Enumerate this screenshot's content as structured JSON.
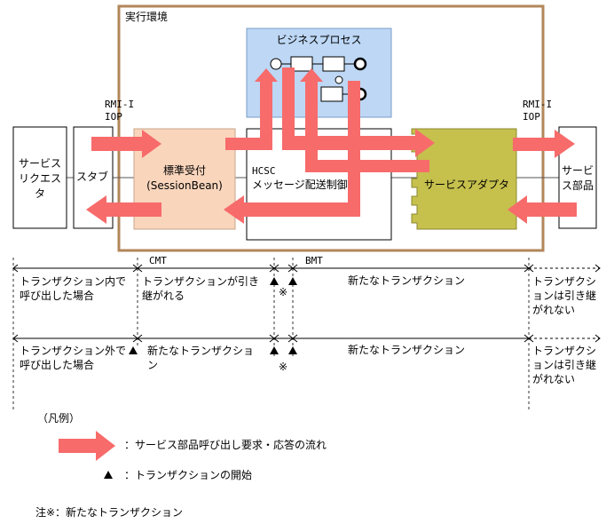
{
  "env": {
    "title": "実行環境"
  },
  "business_process": {
    "label": "ビジネスプロセス"
  },
  "protocol": {
    "rmi_iiop": "RMI-IIOP"
  },
  "boxes": {
    "requester": "サービスリクエスタ",
    "stub": "スタブ",
    "standard_receiver": "標準受付\n(SessionBean)",
    "hcsc_line1": "HCSC",
    "hcsc_line2": "メッセージ配送制御",
    "adapter": "サービスアダプタ",
    "service_part": "サービス部品"
  },
  "timeline": {
    "cmt": "CMT",
    "bmt": "BMT",
    "asterisk": "※",
    "row1": {
      "left": "トランザクション内で呼び出した場合",
      "mid": "トランザクションが引き継がれる",
      "center": "新たなトランザクション",
      "right": "トランザクションは引き継がれない"
    },
    "row2": {
      "left": "トランザクション外で呼び出した場合",
      "mid": "新たなトランザクション",
      "center": "新たなトランザクション",
      "right": "トランザクションは引き継がれない"
    }
  },
  "legend": {
    "title": "（凡例）",
    "arrow_desc": "：サービス部品呼び出し要求・応答の流れ",
    "triangle_desc": "：トランザクションの開始"
  },
  "note": "注※：新たなトランザクション",
  "colors": {
    "env_border": "#b2865a",
    "bp_fill": "#bdd7f5",
    "receiver_fill": "#f9d5bc",
    "adapter_fill": "#c6c04d",
    "arrow": "#f76b6b"
  }
}
